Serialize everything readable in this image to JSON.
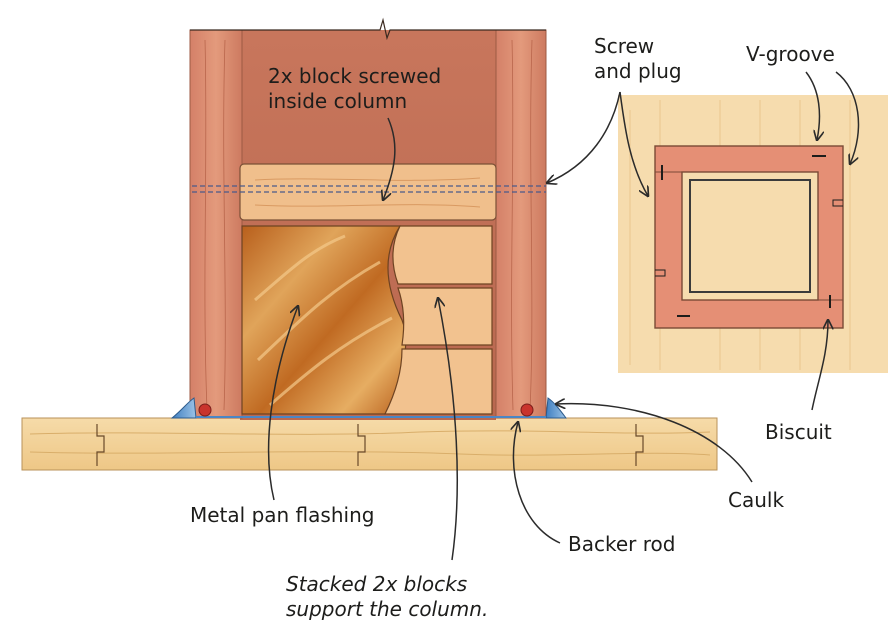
{
  "labels": {
    "block_screwed": [
      "2x block screwed",
      "inside column"
    ],
    "screw_plug": [
      "Screw",
      "and plug"
    ],
    "v_groove": "V-groove",
    "biscuit": "Biscuit",
    "caulk": "Caulk",
    "backer_rod": "Backer rod",
    "metal_pan_flashing": "Metal pan flashing",
    "stacked_blocks": [
      "Stacked 2x blocks",
      "support the column."
    ]
  },
  "colors": {
    "column_wood": "#d98a6c",
    "column_shadow": "#c46f55",
    "block_wood": "#f2c28f",
    "stacked_block_dark": "#c9772a",
    "deck_wood": "#f3d29b",
    "flashing": "#4a86c5",
    "backer_rod": "#c9342d",
    "line": "#2b2b2b"
  }
}
